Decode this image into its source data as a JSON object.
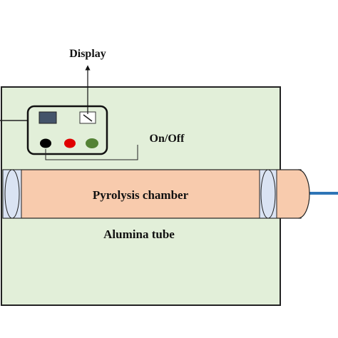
{
  "labels": {
    "display": "Display",
    "on_off": "On/Off",
    "chamber": "Pyrolysis chamber",
    "tube": "Alumina tube"
  },
  "colors": {
    "furnace_fill": "#e2efd9",
    "chamber_fill": "#f8cbad",
    "end_cap_fill": "#dae3f3",
    "panel_button_left": "#000000",
    "panel_button_middle": "#e00000",
    "panel_button_right": "#548235",
    "screen_fill": "#44546a",
    "outlet_line": "#2e75b6"
  },
  "icons": {
    "screen": "display-screen-icon",
    "gauge": "analog-meter-icon"
  }
}
